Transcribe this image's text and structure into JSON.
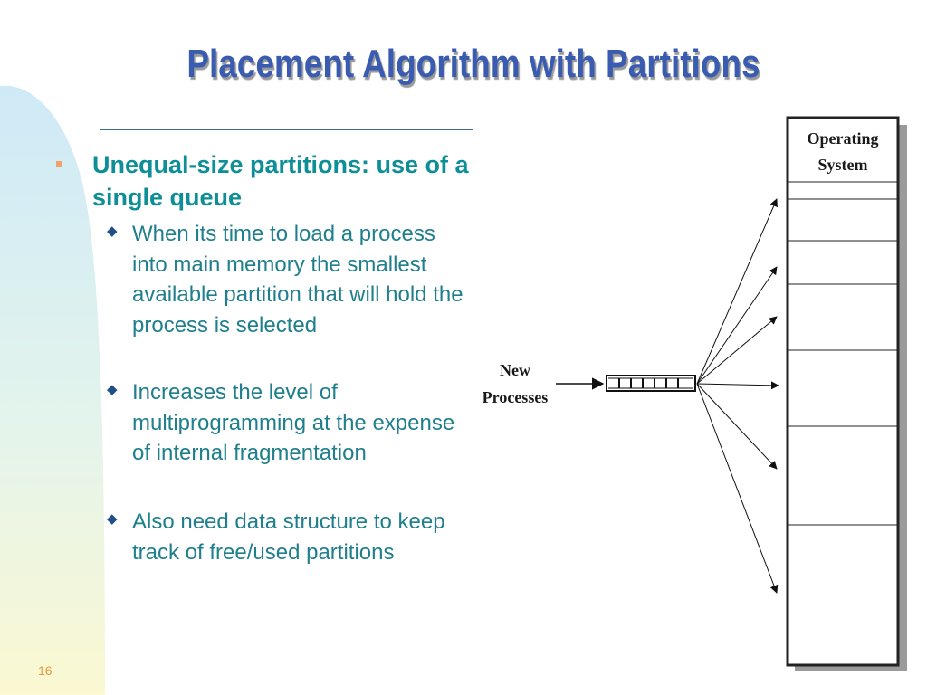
{
  "slide": {
    "title": "Placement Algorithm with Partitions",
    "number": "16",
    "bullet": {
      "text": "Unequal-size partitions: use of a single queue",
      "subbullets": [
        "When its time to load a process into main memory the smallest available partition that will hold the process is selected",
        "Increases the level of multiprogramming at the expense of internal fragmentation",
        "Also need data structure to keep track of free/used partitions"
      ]
    }
  },
  "diagram": {
    "os_label_line1": "Operating",
    "os_label_line2": "System",
    "new_label_line1": "New",
    "new_label_line2": "Processes",
    "partition_count": 7,
    "colors": {
      "frame": "#222222",
      "shadow": "#9a9a9a",
      "arrow": "#111111"
    }
  },
  "theme": {
    "title_color": "#3a5cb0",
    "bullet_color": "#0e8f98",
    "subbullet_color": "#1f7f8c",
    "bullet_marker_color": "#f3a06f",
    "slide_number_color": "#e59a3a"
  }
}
